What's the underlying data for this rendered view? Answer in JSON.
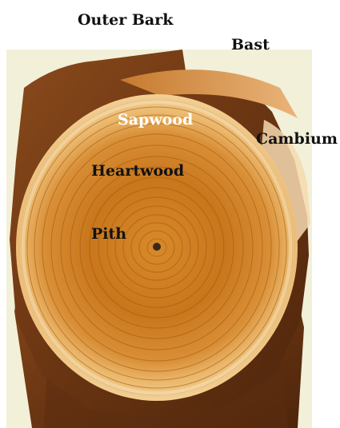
{
  "labels": {
    "outer_bark": "Outer Bark",
    "bast": "Bast",
    "sapwood": "Sapwood",
    "cambium": "Cambium",
    "heartwood": "Heartwood",
    "pith": "Pith"
  },
  "colors": {
    "background": "#f2f0d8",
    "bark": "#6e3a16",
    "heartwood": "#c8791f",
    "sapwood": "#e9b66c",
    "cambium": "#f7d8b0",
    "pith": "#3a2a1a"
  }
}
